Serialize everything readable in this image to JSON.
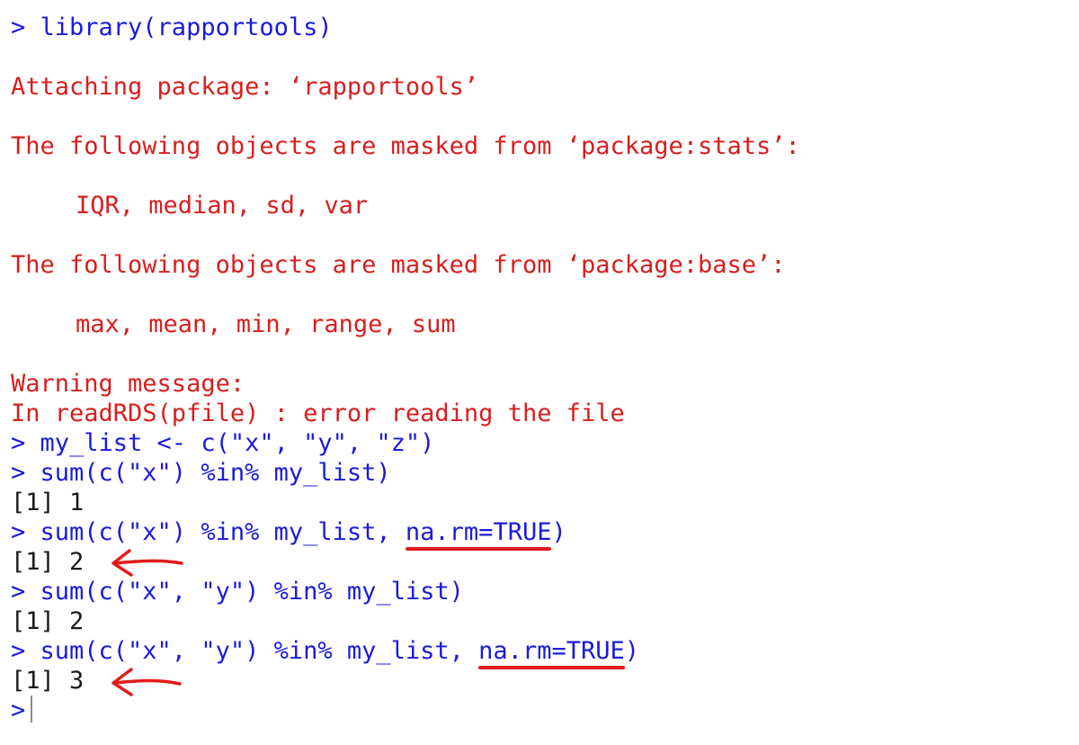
{
  "console": {
    "prompt": ">",
    "line_1": "> library(rapportools)",
    "line_3": "Attaching package: ‘rapportools’",
    "line_5": "The following objects are masked from ‘package:stats’:",
    "line_7": "IQR, median, sd, var",
    "line_9": "The following objects are masked from ‘package:base’:",
    "line_11": "max, mean, min, range, sum",
    "line_13": "Warning message:",
    "line_14": "In readRDS(pfile) : error reading the file",
    "line_15": "> my_list <- c(\"x\", \"y\", \"z\")",
    "line_16": "> sum(c(\"x\") %in% my_list)",
    "line_17": "[1] 1",
    "line_18_pre": "> sum(c(\"x\") %in% my_list, ",
    "line_18_hl": "na.rm=TRUE",
    "line_18_post": ")",
    "line_19": "[1] 2",
    "line_20": "> sum(c(\"x\", \"y\") %in% my_list)",
    "line_21": "[1] 2",
    "line_22_pre": "> sum(c(\"x\", \"y\") %in% my_list, ",
    "line_22_hl": "na.rm=TRUE",
    "line_22_post": ")",
    "line_23": "[1] 3"
  },
  "colors": {
    "command": "#1a1adb",
    "message": "#d81e1e",
    "output": "#1a1a1a",
    "annotation": "#e11b1b"
  },
  "annotations": {
    "underline_icon": "red-underline",
    "arrow_icon": "red-left-arrow"
  }
}
